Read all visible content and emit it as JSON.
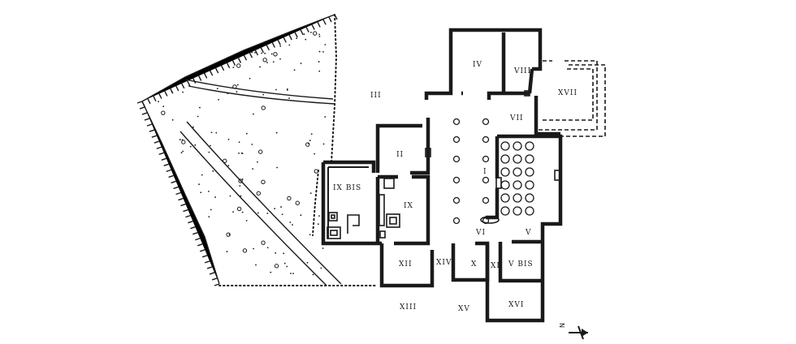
{
  "rooms": {
    "r1": "I",
    "r2": "II",
    "r3": "III",
    "r4": "IV",
    "r5": "V",
    "r5bis": "V BIS",
    "r6": "VI",
    "r7": "VII",
    "r8": "VIII",
    "r9": "IX",
    "r9bis": "IX BIS",
    "r10": "X",
    "r11": "XI",
    "r12": "XII",
    "r13": "XIII",
    "r14": "XIV",
    "r15": "XV",
    "r16": "XVI",
    "r17": "XVII"
  },
  "north_arrow": {
    "letter": "N",
    "icon": "north-arrow-icon"
  }
}
